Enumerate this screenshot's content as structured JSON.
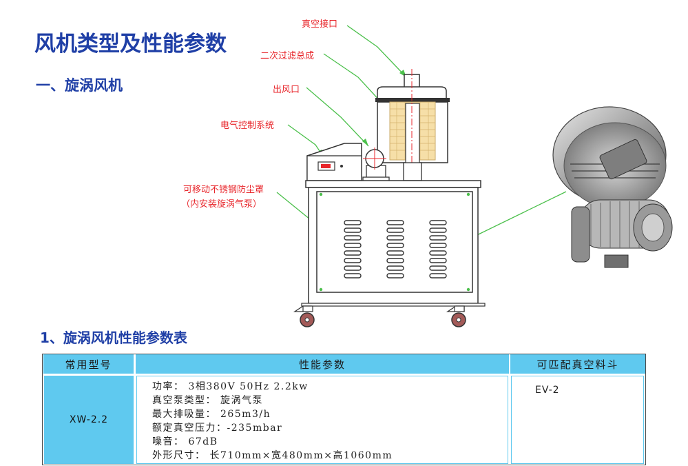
{
  "page": {
    "title": "风机类型及性能参数",
    "subtitle": "一、旋涡风机",
    "section_title": "1、旋涡风机性能参数表"
  },
  "callouts": {
    "vacuum_port": "真空接口",
    "secondary_filter": "二次过滤总成",
    "air_outlet": "出风口",
    "electric_control": "电气控制系统",
    "dust_cover_line1": "可移动不锈钢防尘罩",
    "dust_cover_line2": "（内安装旋涡气泵）"
  },
  "table": {
    "headers": [
      "常用型号",
      "性能参数",
      "可匹配真空料斗"
    ],
    "model": "XW-2.2",
    "specs": [
      "功率：   3相380V  50Hz  2.2kw",
      "真空泵类型：  旋涡气泵",
      "最大排吸量：   265m3/h",
      "额定真空压力：-235mbar",
      "噪音：  67dB",
      "外形尺寸：  长710mm×宽480mm×高1060mm"
    ],
    "match": "EV-2"
  },
  "colors": {
    "title": "#1f3fa6",
    "callout_text": "#e8262b",
    "leader_line": "#4cc04c",
    "table_header": "#5fc9ef"
  }
}
